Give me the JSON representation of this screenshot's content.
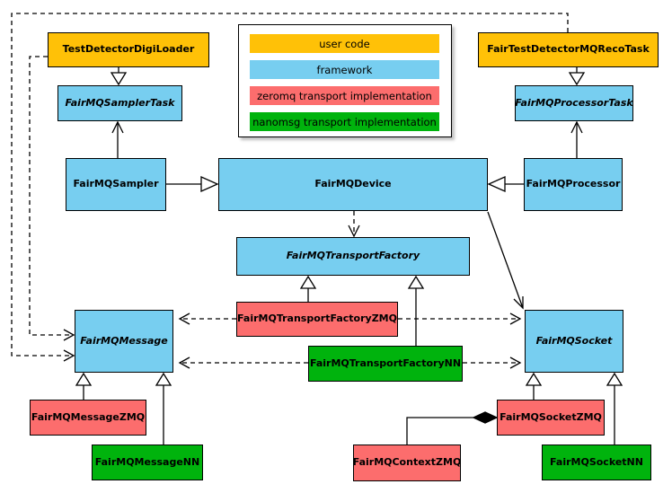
{
  "diagram_type": "uml-class-diagram",
  "colors": {
    "user_code": "#FFC107",
    "framework": "#77CEF0",
    "zeromq": "#FC6D6D",
    "nanomsg": "#00B30D",
    "line": "#000000",
    "background": "#FFFFFF"
  },
  "legend": {
    "items": [
      {
        "label": "user code",
        "color": "#FFC107"
      },
      {
        "label": "framework",
        "color": "#77CEF0"
      },
      {
        "label": "zeromq transport implementation",
        "color": "#FC6D6D"
      },
      {
        "label": "nanomsg transport implementation",
        "color": "#00B30D"
      }
    ]
  },
  "nodes": {
    "digiLoader": {
      "label": "TestDetectorDigiLoader",
      "category": "user_code",
      "abstract": false
    },
    "recoTask": {
      "label": "FairTestDetectorMQRecoTask",
      "category": "user_code",
      "abstract": false
    },
    "samplerTask": {
      "label": "FairMQSamplerTask",
      "category": "framework",
      "abstract": true
    },
    "processorTask": {
      "label": "FairMQProcessorTask",
      "category": "framework",
      "abstract": true
    },
    "sampler": {
      "label": "FairMQSampler",
      "category": "framework",
      "abstract": false
    },
    "device": {
      "label": "FairMQDevice",
      "category": "framework",
      "abstract": false
    },
    "processor": {
      "label": "FairMQProcessor",
      "category": "framework",
      "abstract": false
    },
    "transportFactory": {
      "label": "FairMQTransportFactory",
      "category": "framework",
      "abstract": true
    },
    "tfZMQ": {
      "label": "FairMQTransportFactoryZMQ",
      "category": "zeromq",
      "abstract": false
    },
    "tfNN": {
      "label": "FairMQTransportFactoryNN",
      "category": "nanomsg",
      "abstract": false
    },
    "message": {
      "label": "FairMQMessage",
      "category": "framework",
      "abstract": true
    },
    "socket": {
      "label": "FairMQSocket",
      "category": "framework",
      "abstract": true
    },
    "messageZMQ": {
      "label": "FairMQMessageZMQ",
      "category": "zeromq",
      "abstract": false
    },
    "messageNN": {
      "label": "FairMQMessageNN",
      "category": "nanomsg",
      "abstract": false
    },
    "contextZMQ": {
      "label": "FairMQContextZMQ",
      "category": "zeromq",
      "abstract": false
    },
    "socketZMQ": {
      "label": "FairMQSocketZMQ",
      "category": "zeromq",
      "abstract": false
    },
    "socketNN": {
      "label": "FairMQSocketNN",
      "category": "nanomsg",
      "abstract": false
    }
  },
  "relationships": [
    {
      "from": "TestDetectorDigiLoader",
      "to": "FairMQSamplerTask",
      "type": "inheritance"
    },
    {
      "from": "FairTestDetectorMQRecoTask",
      "to": "FairMQProcessorTask",
      "type": "inheritance"
    },
    {
      "from": "FairMQSampler",
      "to": "FairMQSamplerTask",
      "type": "association-arrow"
    },
    {
      "from": "FairMQProcessor",
      "to": "FairMQProcessorTask",
      "type": "association-arrow"
    },
    {
      "from": "FairMQSampler",
      "to": "FairMQDevice",
      "type": "inheritance"
    },
    {
      "from": "FairMQProcessor",
      "to": "FairMQDevice",
      "type": "inheritance"
    },
    {
      "from": "FairMQDevice",
      "to": "FairMQTransportFactory",
      "type": "dependency"
    },
    {
      "from": "FairMQDevice",
      "to": "FairMQSocket",
      "type": "association-arrow"
    },
    {
      "from": "FairMQTransportFactoryZMQ",
      "to": "FairMQTransportFactory",
      "type": "inheritance"
    },
    {
      "from": "FairMQTransportFactoryNN",
      "to": "FairMQTransportFactory",
      "type": "inheritance"
    },
    {
      "from": "FairMQTransportFactoryZMQ",
      "to": "FairMQMessage",
      "type": "dependency"
    },
    {
      "from": "FairMQTransportFactoryZMQ",
      "to": "FairMQSocket",
      "type": "dependency"
    },
    {
      "from": "FairMQTransportFactoryNN",
      "to": "FairMQMessage",
      "type": "dependency"
    },
    {
      "from": "FairMQTransportFactoryNN",
      "to": "FairMQSocket",
      "type": "dependency"
    },
    {
      "from": "TestDetectorDigiLoader",
      "to": "FairMQMessage",
      "type": "dependency"
    },
    {
      "from": "FairTestDetectorMQRecoTask",
      "to": "FairMQMessage",
      "type": "dependency"
    },
    {
      "from": "FairMQMessageZMQ",
      "to": "FairMQMessage",
      "type": "inheritance"
    },
    {
      "from": "FairMQMessageNN",
      "to": "FairMQMessage",
      "type": "inheritance"
    },
    {
      "from": "FairMQSocketZMQ",
      "to": "FairMQSocket",
      "type": "inheritance"
    },
    {
      "from": "FairMQSocketNN",
      "to": "FairMQSocket",
      "type": "inheritance"
    },
    {
      "from": "FairMQContextZMQ",
      "to": "FairMQSocketZMQ",
      "type": "composition"
    }
  ]
}
